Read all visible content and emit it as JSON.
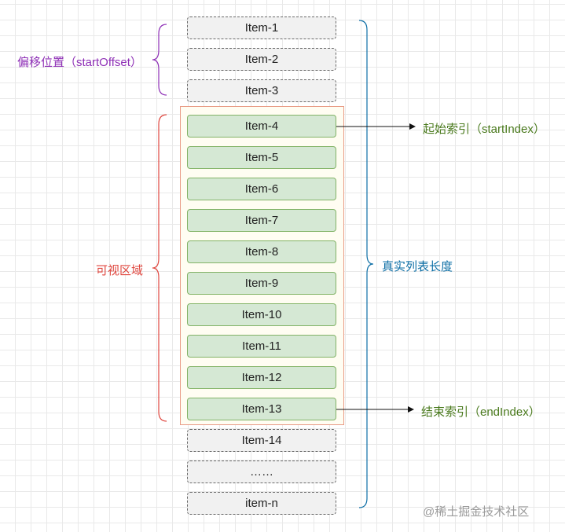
{
  "items": {
    "i1": "Item-1",
    "i2": "Item-2",
    "i3": "Item-3",
    "i4": "Item-4",
    "i5": "Item-5",
    "i6": "Item-6",
    "i7": "Item-7",
    "i8": "Item-8",
    "i9": "Item-9",
    "i10": "Item-10",
    "i11": "Item-11",
    "i12": "Item-12",
    "i13": "Item-13",
    "i14": "Item-14",
    "ellipsis": "……",
    "n": "item-n"
  },
  "labels": {
    "start_offset": "偏移位置（startOffset）",
    "visible_area": "可视区域",
    "total_length": "真实列表长度",
    "start_index": "起始索引（startIndex）",
    "end_index": "结束索引（endIndex）"
  },
  "watermark": "@稀土掘金技术社区",
  "colors": {
    "offset": "#8e2fb6",
    "visible": "#e0473f",
    "total": "#0e6fa6",
    "index": "#4a7a1d",
    "visible_item_fill": "#d5e8d4",
    "offscreen_item_fill": "#f1f1f1"
  }
}
